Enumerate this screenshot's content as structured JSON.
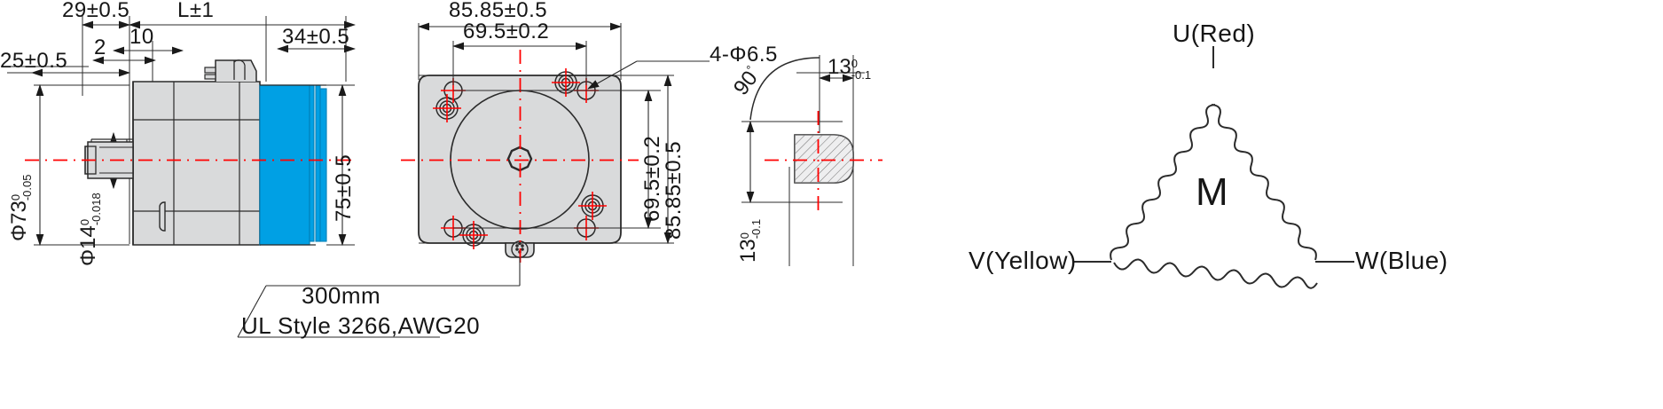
{
  "drawing": {
    "title": "Stepper motor outline dimension drawing",
    "colors": {
      "body_gray": "#d9dadb",
      "driver_blue": "#00a0e4",
      "outline": "#2b2b2b",
      "centerline_red": "#ff0000",
      "text": "#161616"
    }
  },
  "side_view": {
    "dims": {
      "d29": "29±0.5",
      "d25": "25±0.5",
      "d2": "2",
      "d10": "10",
      "dL": "L±1",
      "d34": "34±0.5",
      "d75": "75±0.5",
      "shaft_dia_prefix": "Φ73",
      "shaft_dia_upper": "0",
      "shaft_dia_lower": "-0.05",
      "shaft_small_prefix": "Φ14",
      "shaft_small_upper": "0",
      "shaft_small_lower": "-0.018"
    }
  },
  "front_view": {
    "dims": {
      "width_outer": "85.85±0.5",
      "width_inner": "69.5±0.2",
      "height_inner": "69.5±0.2",
      "height_outer": "85.85±0.5",
      "holes_callout": "4-Φ6.5"
    },
    "lead_note_line1": "300mm",
    "lead_note_line2": "UL Style 3266,AWG20"
  },
  "detail_view": {
    "angle": "90",
    "angle_unit": "°",
    "width_prefix": "13",
    "width_upper": "0",
    "width_lower": "-0.1",
    "height_prefix": "13",
    "height_upper": "0",
    "height_lower": "-0.1"
  },
  "winding_diagram": {
    "center_label": "M",
    "terminal_top": "U(Red)",
    "terminal_left": "V(Yellow)",
    "terminal_right": "W(Blue)"
  }
}
